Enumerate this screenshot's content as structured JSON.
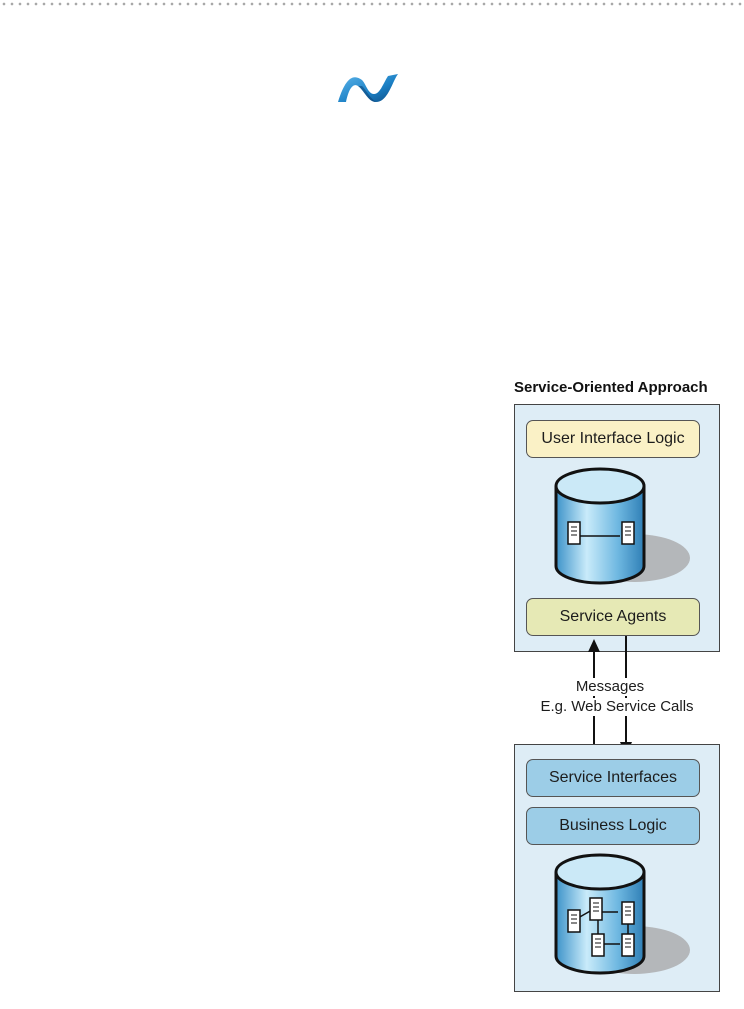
{
  "logo": {
    "icon": "dotnet-logo-icon",
    "colors": [
      "#2a88c8",
      "#0f4f86"
    ]
  },
  "diagram": {
    "title": "Service-Oriented Approach",
    "client_tier": {
      "ui_logic": "User Interface Logic",
      "service_agents": "Service Agents"
    },
    "messages": {
      "line1": "Messages",
      "line2": "E.g. Web Service Calls"
    },
    "server_tier": {
      "service_interfaces": "Service Interfaces",
      "business_logic": "Business Logic"
    },
    "colors": {
      "tier_background": "#deedf6",
      "ui_logic_fill": "#faf1c6",
      "service_agents_fill": "#e6e9b5",
      "server_pill_fill": "#9ccde7",
      "database_fill": "#7cc1e4"
    }
  }
}
